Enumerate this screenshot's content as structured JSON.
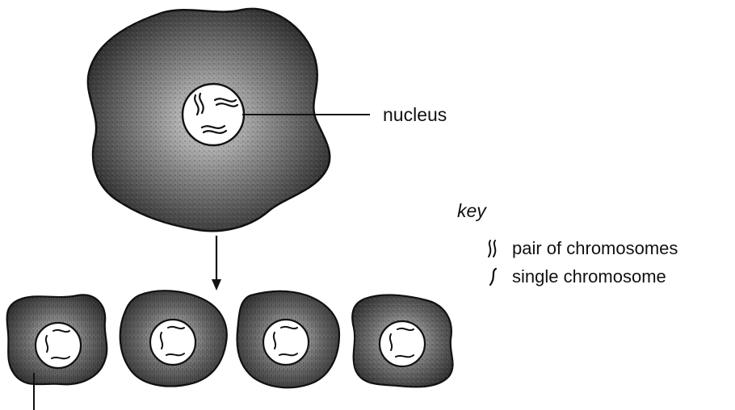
{
  "labels": {
    "nucleus": "nucleus"
  },
  "key": {
    "title": "key",
    "items": [
      {
        "symbol": "pair-of-chromosomes-icon",
        "label": "pair of chromosomes"
      },
      {
        "symbol": "single-chromosome-icon",
        "label": "single chromosome"
      }
    ]
  },
  "colors": {
    "ink": "#111111",
    "cell_shade_dark": "#3a3a3a",
    "cell_shade_mid": "#7a7a7a",
    "nucleus_fill": "#ffffff"
  }
}
